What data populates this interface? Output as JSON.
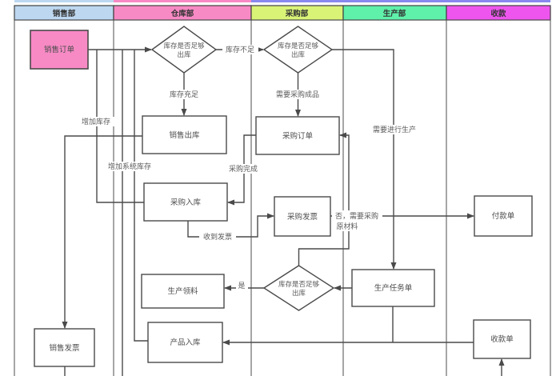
{
  "lanes": [
    {
      "label": "销售部",
      "color": "#bdd7f0"
    },
    {
      "label": "仓库部",
      "color": "#f78ac5"
    },
    {
      "label": "采购部",
      "color": "#d9f377"
    },
    {
      "label": "生产部",
      "color": "#5ff0aa"
    },
    {
      "label": "收款",
      "color": "#ee55ee"
    }
  ],
  "colors": {
    "node_pink": "#f78ac5",
    "top_strip_blue": "#bdd7f0",
    "top_strip_pink": "#f78ac5",
    "top_strip_violet": "#8888ee"
  },
  "nodes": {
    "sales_order": {
      "label": "销售订单"
    },
    "stock_check1": {
      "line1": "库存是否足够",
      "line2": "出库"
    },
    "stock_check2": {
      "line1": "库存是否足够",
      "line2": "出库"
    },
    "stock_check3": {
      "line1": "库存是否足够",
      "line2": "出库"
    },
    "sales_outbound": {
      "label": "销售出库"
    },
    "purchase_order": {
      "label": "采购订单"
    },
    "purchase_inbound": {
      "label": "采购入库"
    },
    "purchase_invoice": {
      "label": "采购发票"
    },
    "payment_order": {
      "label": "付款单"
    },
    "production_task": {
      "label": "生产任务单"
    },
    "production_picking": {
      "label": "生产领料"
    },
    "product_inbound": {
      "label": "产品入库"
    },
    "sales_invoice": {
      "label": "销售发票"
    },
    "receipt_order": {
      "label": "收款单"
    }
  },
  "edge_labels": {
    "insufficient": "库存不足",
    "sufficient": "库存充足",
    "need_purchase_goods": "需要采购成品",
    "need_production": "需要进行生产",
    "increase_stock": "增加库存",
    "increase_system": "增加系统库存",
    "purchase_done": "采购完成",
    "invoice_received": "收到发票",
    "no_raw_line1": "否，需要采购",
    "no_raw_line2": "原材料",
    "yes": "是"
  }
}
